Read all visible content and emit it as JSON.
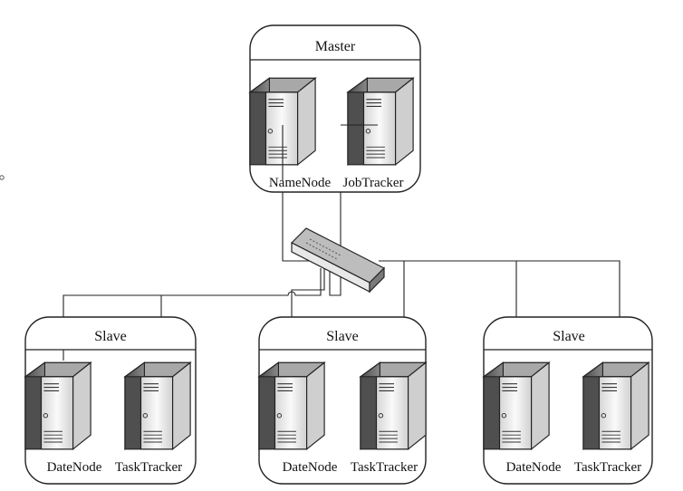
{
  "master": {
    "title": "Master",
    "servers": [
      "NameNode",
      "JobTracker"
    ]
  },
  "slaves": [
    {
      "title": "Slave",
      "servers": [
        "DateNode",
        "TaskTracker"
      ]
    },
    {
      "title": "Slave",
      "servers": [
        "DateNode",
        "TaskTracker"
      ]
    },
    {
      "title": "Slave",
      "servers": [
        "DateNode",
        "TaskTracker"
      ]
    }
  ],
  "icons": {
    "server": "server-tower-icon",
    "switch": "network-switch-icon"
  },
  "colors": {
    "line": "#222222",
    "server_front": "#f2f2f2",
    "server_side": "#6d6d6d",
    "server_top": "#9a9a9a"
  }
}
